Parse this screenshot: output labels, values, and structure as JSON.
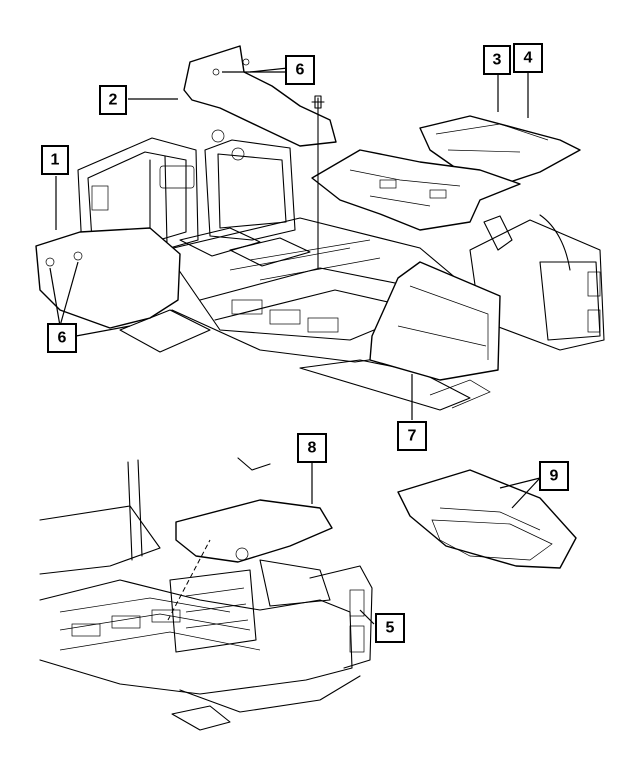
{
  "callouts": {
    "c1": "1",
    "c2": "2",
    "c3": "3",
    "c4": "4",
    "c5": "5",
    "c6a": "6",
    "c6b": "6",
    "c7": "7",
    "c8": "8",
    "c9": "9"
  },
  "colors": {
    "line": "#000000",
    "background": "#ffffff"
  }
}
